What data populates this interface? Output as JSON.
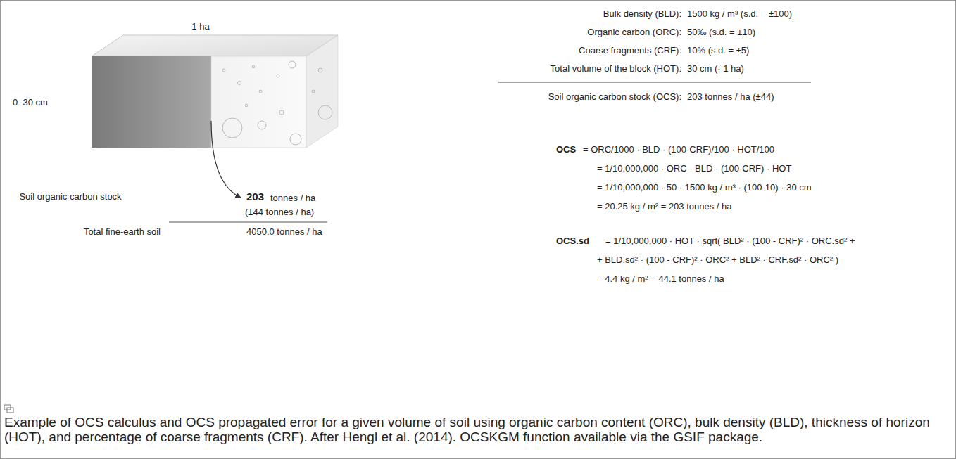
{
  "diagram": {
    "caption": "Example of OCS calculus and OCS propagated error for a given volume of soil using organic carbon content (ORC), bulk density (BLD), thickness of horizon (HOT), and percentage of coarse fragments (CRF). After Hengl et al. (2014). OCSKGM function available via the GSIF package.",
    "labels": [
      "1 ha",
      "0–30 cm",
      "Soil organic carbon stock",
      "203",
      "tonnes / ha",
      "(±44 tonnes / ha)",
      "Total fine-earth soil",
      "4050.0 tonnes / ha",
      "Bulk density (BLD):",
      "1500 kg / m³ (s.d. = ±100)",
      "Organic carbon (ORC):",
      "50‰ (s.d. = ±10)",
      "Coarse fragments (CRF):",
      "10% (s.d. = ±5)",
      "Total volume of the block (HOT):",
      "30 cm (· 1 ha)",
      "Soil organic carbon stock (OCS):",
      "203 tonnes / ha (±44)",
      "OCS",
      "= ORC/1000 · BLD · (100-CRF)/100 · HOT/100",
      "= 1/10,000,000 · ORC · BLD · (100-CRF) · HOT",
      "= 1/10,000,000 · 50 · 1500 kg / m³ · (100-10) · 30 cm",
      "= 20.25 kg / m² = 203 tonnes / ha",
      "OCS.sd",
      "= 1/10,000,000 · HOT · sqrt( BLD² · (100 - CRF)² · ORC.sd² +",
      "+ BLD.sd² · (100 - CRF)² · ORC² + BLD² · CRF.sd² · ORC² )",
      "= 4.4 kg / m² = 44.1 tonnes / ha"
    ]
  }
}
